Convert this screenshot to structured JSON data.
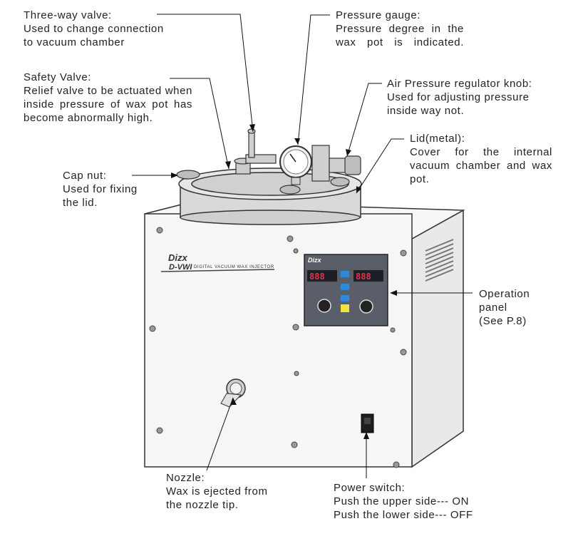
{
  "callouts": {
    "three_way_valve": {
      "title": "Three-way valve:",
      "body": "Used to change connection\nto vacuum chamber"
    },
    "pressure_gauge": {
      "title": "Pressure gauge:",
      "body": "Pressure degree in the wax pot is indicated."
    },
    "safety_valve": {
      "title": "Safety Valve:",
      "body": "Relief valve to be actuated when inside pressure of wax pot has become abnormally high."
    },
    "air_pressure_regulator": {
      "title": "Air Pressure regulator knob:",
      "body": "Used for adjusting pressure\ninside way not."
    },
    "lid": {
      "title": "Lid(metal):",
      "body": "Cover for the internal vacuum chamber and wax pot."
    },
    "cap_nut": {
      "title": "Cap nut:",
      "body": "Used for fixing\nthe lid."
    },
    "operation_panel": {
      "title": "Operation",
      "line2": "panel",
      "line3": "(See P.8)"
    },
    "nozzle": {
      "title": "Nozzle:",
      "body": "Wax is ejected from\nthe nozzle tip."
    },
    "power_switch": {
      "title": "Power switch:",
      "line2": "Push the upper side--- ON",
      "line3": "Push the lower side--- OFF"
    }
  },
  "machine": {
    "brand": "Dizx",
    "model": "D-VWI",
    "subtitle": "DIGITAL VACUUM WAX INJECTOR",
    "panel_brand": "Dizx",
    "display_left": "888",
    "display_right": "888"
  },
  "colors": {
    "body": "#f4f4f4",
    "outline": "#333333",
    "panel": "#5a5e68",
    "display": "#d9364a",
    "button_blue": "#2e8ad6",
    "button_yellow": "#f2e23a"
  }
}
